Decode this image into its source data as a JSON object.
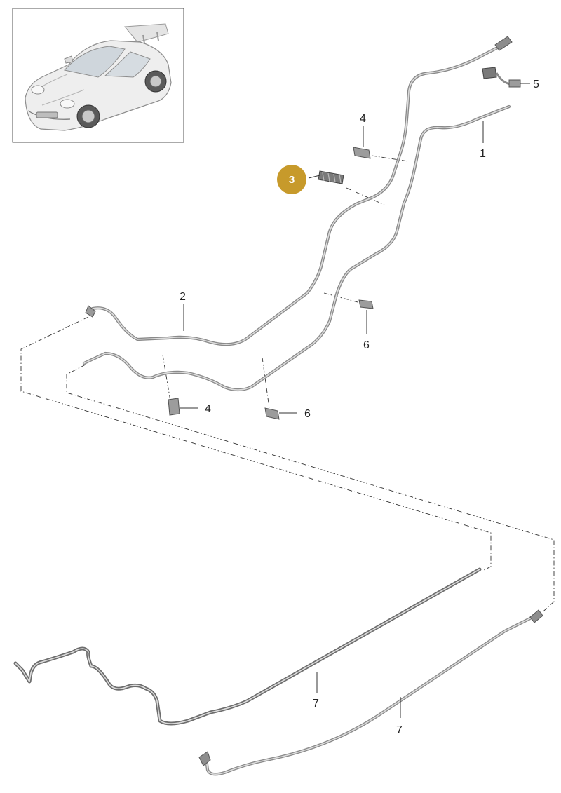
{
  "diagram": {
    "badge_color": "#c79a2b",
    "callouts": [
      {
        "id": "c1",
        "label": "1"
      },
      {
        "id": "c2",
        "label": "2"
      },
      {
        "id": "c3",
        "label": "3"
      },
      {
        "id": "c4a",
        "label": "4"
      },
      {
        "id": "c4b",
        "label": "4"
      },
      {
        "id": "c5",
        "label": "5"
      },
      {
        "id": "c6a",
        "label": "6"
      },
      {
        "id": "c6b",
        "label": "6"
      },
      {
        "id": "c7a",
        "label": "7"
      },
      {
        "id": "c7b",
        "label": "7"
      }
    ],
    "icons": [
      "car-thumbnail-icon",
      "fuel-line-icon",
      "clip-icon",
      "connector-icon",
      "holder-icon"
    ]
  }
}
